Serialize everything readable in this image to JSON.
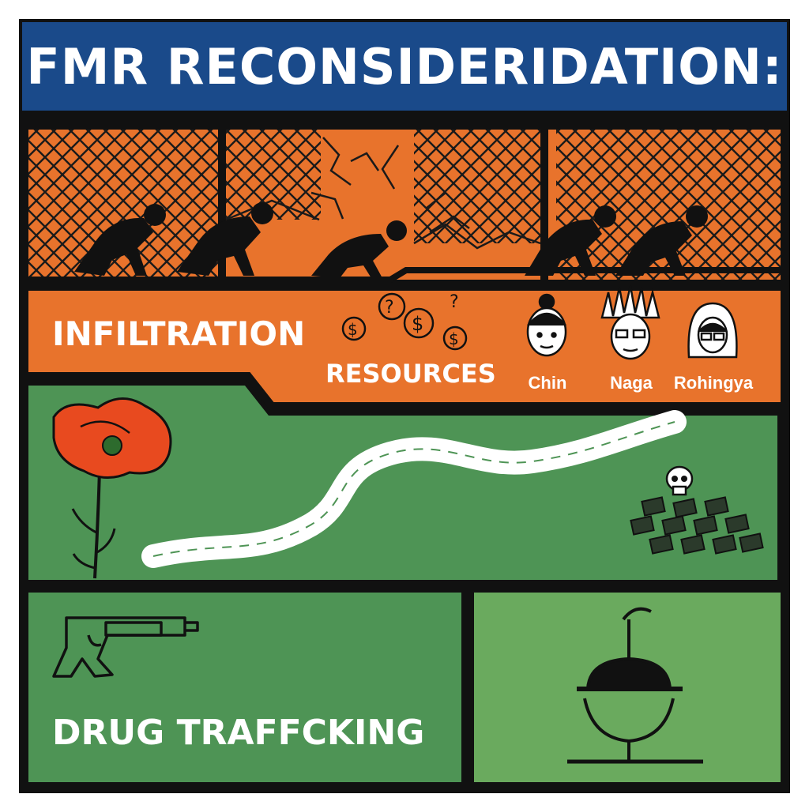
{
  "header": {
    "title": "FMR RECONSIDERIDATION:"
  },
  "banner": {
    "infiltration_label": "INFILTRATION",
    "resources_label": "RESOURCES",
    "tribes": [
      {
        "label": "Chin",
        "icon": "bun-hair-face-icon"
      },
      {
        "label": "Naga",
        "icon": "feather-headdress-face-icon"
      },
      {
        "label": "Rohingya",
        "icon": "hooded-face-icon"
      }
    ]
  },
  "bottom_left": {
    "label": "DRUG TRAFFCKING",
    "icon": "revolver-icon"
  },
  "bottom_right": {
    "icon": "pipe-bowl-icon"
  },
  "icons": [
    "fence-icon",
    "crawling-person-icon",
    "money-question-icon",
    "poppy-icon",
    "road-icon",
    "skull-icon",
    "drug-packet-icon"
  ],
  "colors": {
    "header_bg": "#1a4a8a",
    "orange": "#e8732c",
    "green": "#4e9455",
    "light_green": "#6aaa5e",
    "outline": "#111111"
  }
}
